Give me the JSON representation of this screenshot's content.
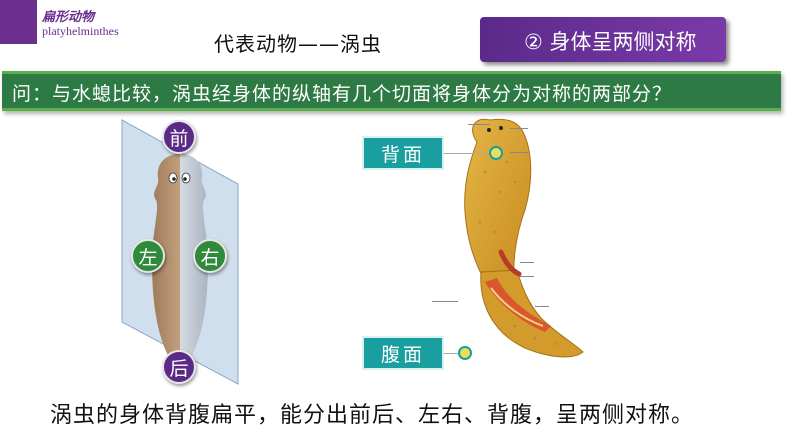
{
  "header": {
    "category_cn": "扁形动物",
    "category_en": "platyhelminthes",
    "title": "代表动物——涡虫",
    "topic_badge": "② 身体呈两侧对称"
  },
  "question": "问：与水螅比较，涡虫经身体的纵轴有几个切面将身体分为对称的两部分？",
  "left_figure": {
    "front": "前",
    "back": "后",
    "left": "左",
    "right": "右"
  },
  "right_figure": {
    "dorsal_label": "背面",
    "ventral_label": "腹面"
  },
  "conclusion": "涡虫的身体背腹扁平，能分出前后、左右、背腹，呈两侧对称。",
  "colors": {
    "purple": "#6b2f8e",
    "green_bar": "#2e7a44",
    "teal": "#1a9fa0"
  }
}
